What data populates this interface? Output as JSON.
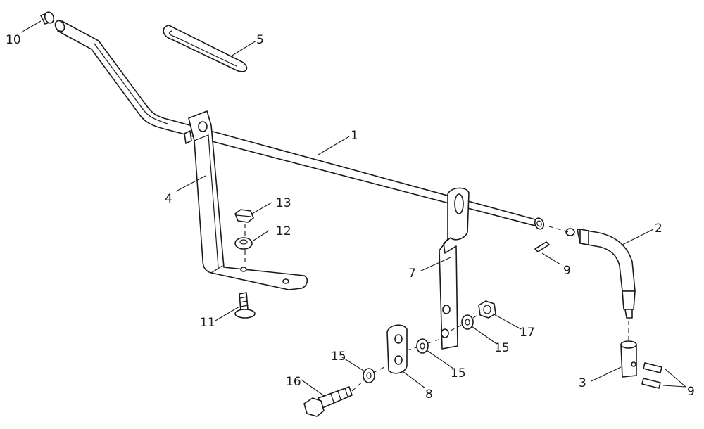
{
  "diagram": {
    "callouts": {
      "c1": "1",
      "c2": "2",
      "c3": "3",
      "c4": "4",
      "c5": "5",
      "c7": "7",
      "c8": "8",
      "c9a": "9",
      "c9b": "9",
      "c10": "10",
      "c11": "11",
      "c12": "12",
      "c13": "13",
      "c15a": "15",
      "c15b": "15",
      "c15c": "15",
      "c16": "16",
      "c17": "17"
    }
  }
}
